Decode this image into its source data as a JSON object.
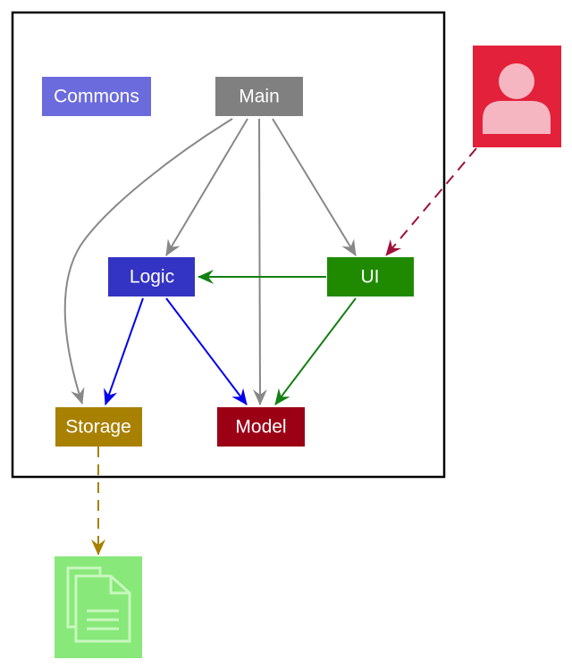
{
  "nodes": {
    "commons": {
      "label": "Commons",
      "color": "#6b6bde"
    },
    "main": {
      "label": "Main",
      "color": "#808080"
    },
    "logic": {
      "label": "Logic",
      "color": "#3333c4"
    },
    "ui": {
      "label": "UI",
      "color": "#1f8a00"
    },
    "storage": {
      "label": "Storage",
      "color": "#a88002"
    },
    "model": {
      "label": "Model",
      "color": "#9b0015"
    }
  },
  "actors": {
    "user": {
      "icon": "user-icon",
      "color": "#e3213a"
    },
    "file": {
      "icon": "file-icon",
      "color": "#88e879"
    }
  },
  "edge_colors": {
    "main": "#888888",
    "logic": "#0000ee",
    "ui": "#138013",
    "user": "#a0103a",
    "storage": "#a88002"
  }
}
